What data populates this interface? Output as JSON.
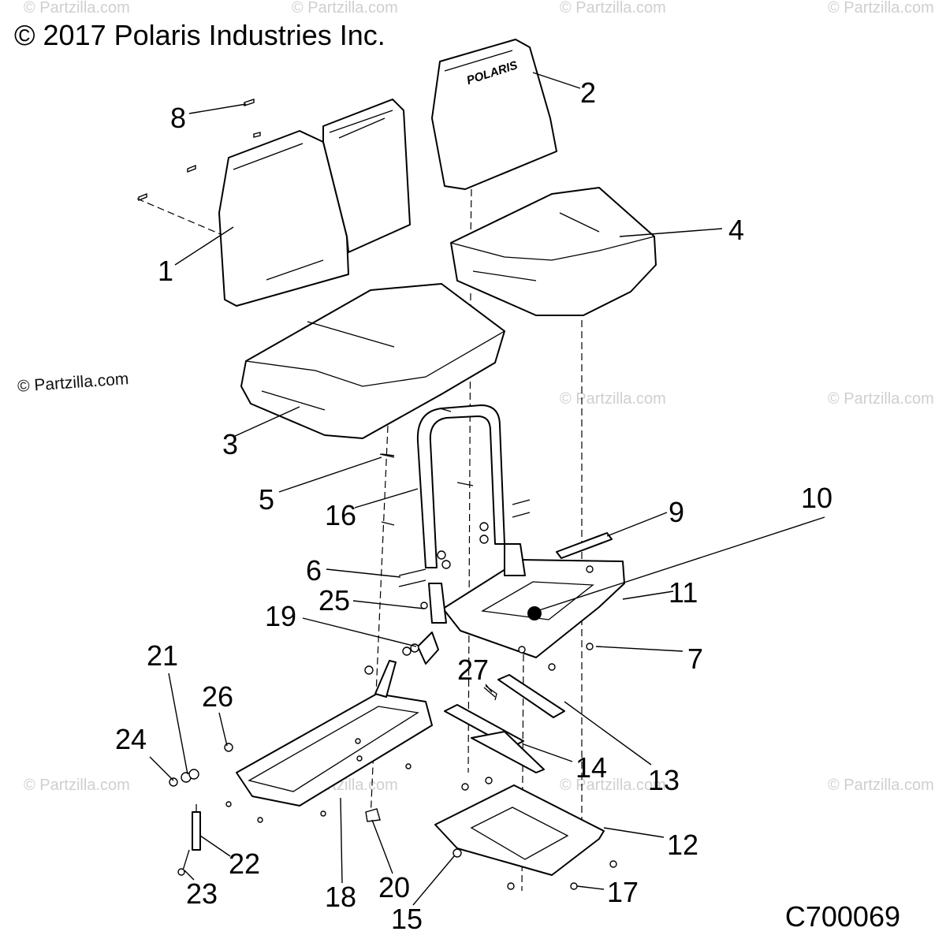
{
  "header": {
    "copyright": "© 2017 Polaris Industries Inc.",
    "side_watermark": "© Partzilla.com",
    "diagram_code": "C700069"
  },
  "watermark_text": "© Partzilla.com",
  "brand_mark": "POLARIS",
  "callouts": [
    {
      "label": "1"
    },
    {
      "label": "2"
    },
    {
      "label": "3"
    },
    {
      "label": "4"
    },
    {
      "label": "5"
    },
    {
      "label": "6"
    },
    {
      "label": "7"
    },
    {
      "label": "8"
    },
    {
      "label": "9"
    },
    {
      "label": "10"
    },
    {
      "label": "11"
    },
    {
      "label": "12"
    },
    {
      "label": "13"
    },
    {
      "label": "14"
    },
    {
      "label": "15"
    },
    {
      "label": "16"
    },
    {
      "label": "17"
    },
    {
      "label": "18"
    },
    {
      "label": "19"
    },
    {
      "label": "20"
    },
    {
      "label": "21"
    },
    {
      "label": "22"
    },
    {
      "label": "23"
    },
    {
      "label": "24"
    },
    {
      "label": "25"
    },
    {
      "label": "26"
    },
    {
      "label": "27"
    }
  ],
  "colors": {
    "line": "#000000",
    "watermark": "#cfcfcf",
    "background": "#ffffff"
  }
}
